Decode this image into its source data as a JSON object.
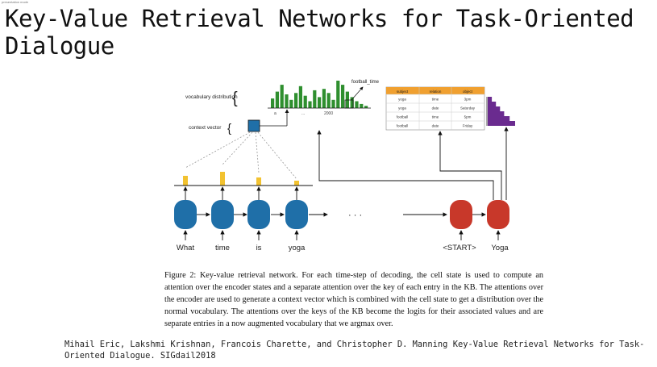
{
  "top_tag": "presentation mode",
  "slide": {
    "title": "Key-Value Retrieval Networks for Task-Oriented Dialogue"
  },
  "figure": {
    "vocab_label": "vocabulary distribution",
    "context_label": "context vector",
    "vocab_tick_a": "a",
    "vocab_tick_ellipsis": "...",
    "vocab_tick_b": "2000",
    "pointer_label": "football_time",
    "middle_ellipsis": "· · ·",
    "kb": {
      "headers": [
        "subject",
        "relation",
        "object"
      ],
      "rows": [
        [
          "yoga",
          "time",
          "3pm"
        ],
        [
          "yoga",
          "date",
          "Saturday"
        ],
        [
          "football",
          "time",
          "5pm"
        ],
        [
          "football",
          "date",
          "Friday"
        ]
      ]
    },
    "encoder_words": [
      "What",
      "time",
      "is",
      "yoga"
    ],
    "decoder_words": [
      "<START>",
      "Yoga"
    ],
    "colors": {
      "encoder": "#1f6fa8",
      "decoder": "#c8382a",
      "bars": "#2f8f2f",
      "attention": "#f2c230",
      "kb_header": "#f0a030",
      "kb_logits": "#6a2b8f",
      "context": "#1f6fa8"
    },
    "vocab_bar_levels": [
      0.35,
      0.6,
      0.85,
      0.5,
      0.3,
      0.55,
      0.8,
      0.45,
      0.25,
      0.65,
      0.4,
      0.7,
      0.55,
      0.3,
      1.0,
      0.85,
      0.6,
      0.4,
      0.25,
      0.15,
      0.08
    ],
    "attention_levels": [
      0.6,
      0.85,
      0.5,
      0.3
    ],
    "kb_logit_levels": [
      0.15,
      0.3,
      0.45,
      0.6,
      0.8,
      1.0
    ]
  },
  "caption": {
    "text": "Figure 2: Key-value retrieval network. For each time-step of decoding, the cell state is used to compute an attention over the encoder states and a separate attention over the key of each entry in the KB. The attentions over the encoder are used to generate a context vector which is combined with the cell state to get a distribution over the normal vocabulary. The attentions over the keys of the KB become the logits for their associated values and are separate entries in a now augmented vocabulary that we argmax over."
  },
  "citation": {
    "text": "Mihail Eric, Lakshmi Krishnan, Francois Charette, and Christopher D. Manning Key-Value Retrieval Networks for Task-Oriented Dialogue. SIGdail2018"
  }
}
